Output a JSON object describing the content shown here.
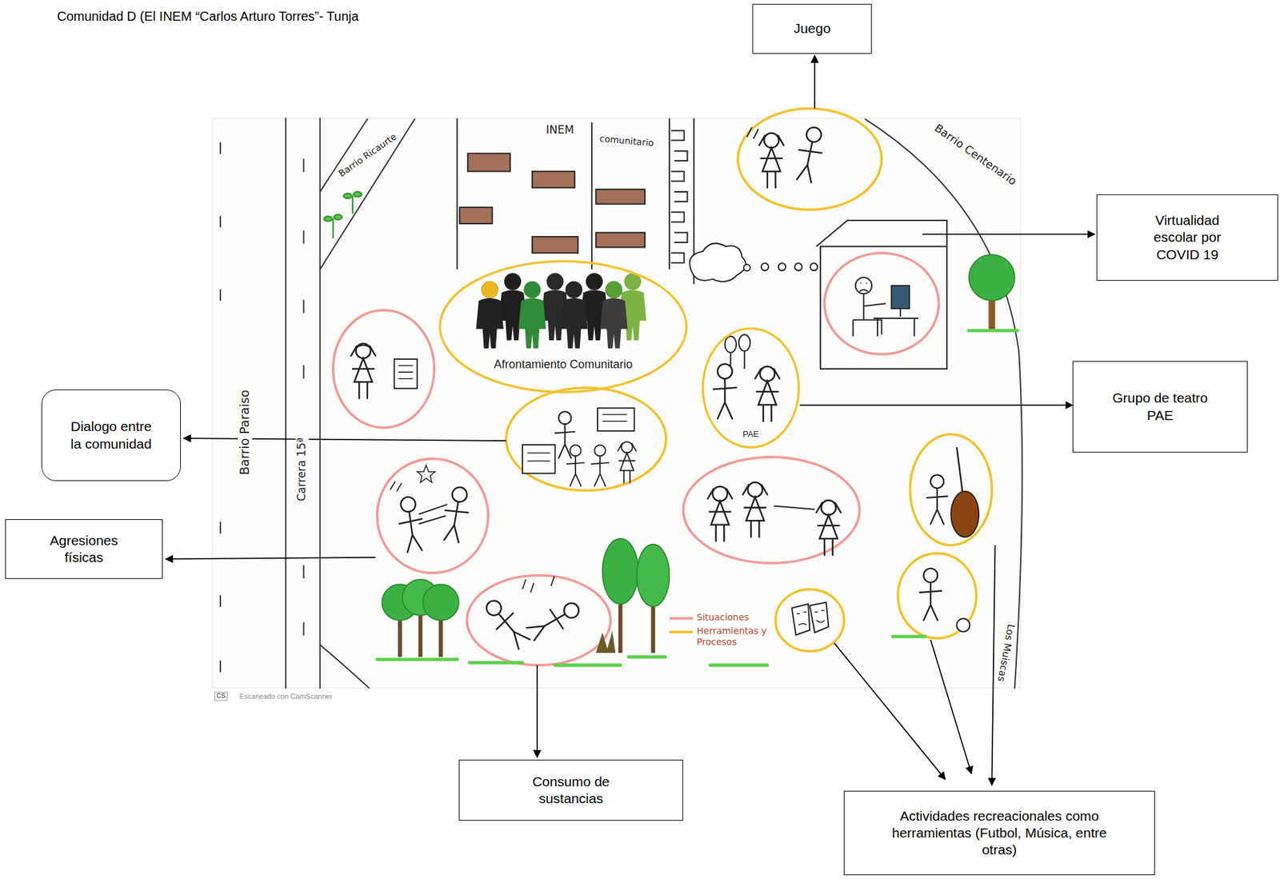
{
  "diagram": {
    "title": "Comunidad D (El INEM “Carlos Arturo Torres”- Tunja",
    "nodes": [
      {
        "text": [
          "Juego"
        ]
      },
      {
        "text": [
          "Virtualidad escolar por COVID 19"
        ]
      },
      {
        "text": [
          "Afrontamiento Comunitario"
        ]
      },
      {
        "text": [
          "PAE"
        ]
      },
      {
        "text": [
          "Grupo de teatro PAE"
        ]
      },
      {
        "text": [
          "Dialogo entre la comunidad"
        ]
      },
      {
        "text": [
          "Agresiones físicas"
        ]
      },
      {
        "text": [
          "Consumo de sustancias"
        ]
      },
      {
        "text": [
          "Actividades recreacionales como herramientas (Futbol, Música, entre otras)"
        ]
      }
    ],
    "edges": [
      {
        "from": 3,
        "to": 4,
        "arrow": "to"
      }
    ],
    "labels": [
      "INEM",
      "comunitario",
      "Barrio Ricaurte",
      "Barrio Centenario",
      "Barrio Paraiso",
      "Carrera 15ª",
      "Los Muiscas",
      "CS",
      "Escaneado con CamScanner"
    ],
    "legend": [
      {
        "text": "Situaciones",
        "color": "#f29a9a"
      },
      {
        "text": "Herramientas y Procesos",
        "color": "#f2c230"
      }
    ]
  }
}
